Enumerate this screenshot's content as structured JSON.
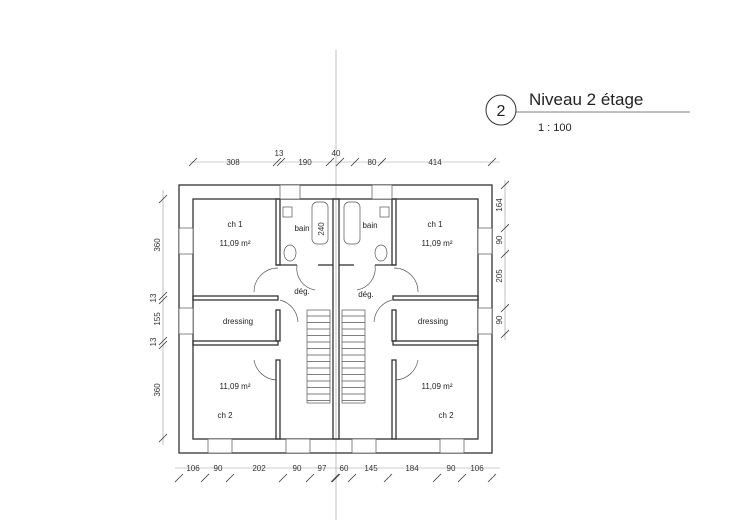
{
  "title": {
    "number": "2",
    "name": "Niveau 2 étage",
    "scale": "1 : 100"
  },
  "dims": {
    "top": [
      "308",
      "13",
      "190",
      "40",
      "80",
      "414"
    ],
    "left": [
      "360",
      "13",
      "155",
      "13",
      "360"
    ],
    "right": [
      "164",
      "90",
      "205",
      "90"
    ],
    "bottom": [
      "106",
      "90",
      "202",
      "90",
      "97",
      "60",
      "145",
      "184",
      "90",
      "106"
    ],
    "bath": "240"
  },
  "rooms": {
    "left": {
      "ch1": "ch 1",
      "ch1_area": "11,09 m²",
      "bain": "bain",
      "deg": "dég.",
      "dressing": "dressing",
      "ch2_area": "11,09 m²",
      "ch2": "ch 2"
    },
    "right": {
      "ch1": "ch 1",
      "ch1_area": "11,09 m²",
      "bain": "bain",
      "deg": "dég.",
      "dressing": "dressing",
      "ch2_area": "11,09 m²",
      "ch2": "ch 2"
    }
  }
}
